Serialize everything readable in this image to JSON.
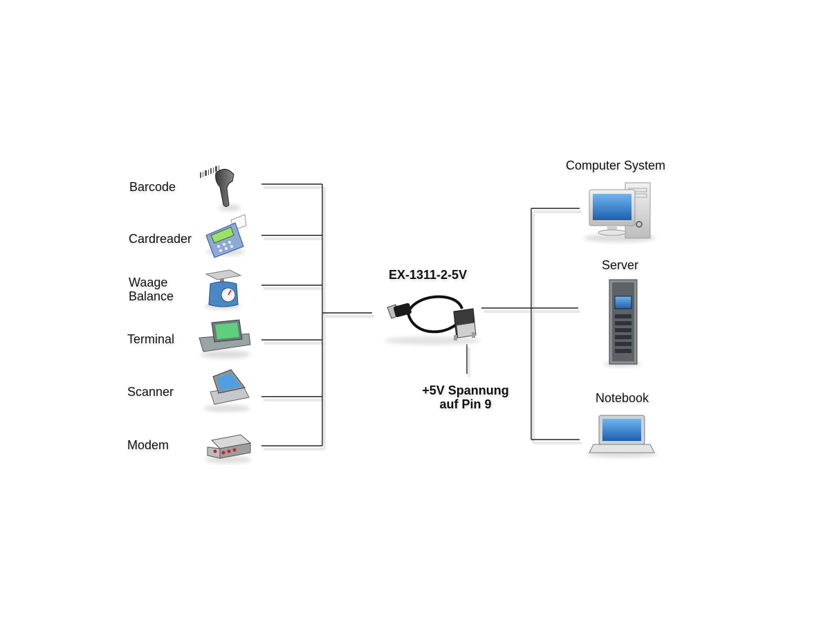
{
  "left_devices": [
    {
      "label_lines": [
        "Barcode"
      ],
      "icon": "barcode-scanner-icon"
    },
    {
      "label_lines": [
        "Cardreader"
      ],
      "icon": "card-reader-icon"
    },
    {
      "label_lines": [
        "Waage",
        "Balance"
      ],
      "icon": "scale-icon"
    },
    {
      "label_lines": [
        "Terminal"
      ],
      "icon": "terminal-icon"
    },
    {
      "label_lines": [
        "Scanner"
      ],
      "icon": "flatbed-scanner-icon"
    },
    {
      "label_lines": [
        "Modem"
      ],
      "icon": "modem-icon"
    }
  ],
  "adapter": {
    "label": "EX-1311-2-5V",
    "icon": "usb-to-serial-cable-icon",
    "note_lines": [
      "+5V Spannung",
      "auf Pin 9"
    ]
  },
  "right_devices": [
    {
      "label": "Computer System",
      "icon": "desktop-computer-icon"
    },
    {
      "label": "Server",
      "icon": "server-rack-icon"
    },
    {
      "label": "Notebook",
      "icon": "laptop-icon"
    }
  ],
  "colors": {
    "line": "#222222",
    "shadow": "#e6e6e6",
    "screen": "#2d7fd0",
    "text": "#111111"
  }
}
